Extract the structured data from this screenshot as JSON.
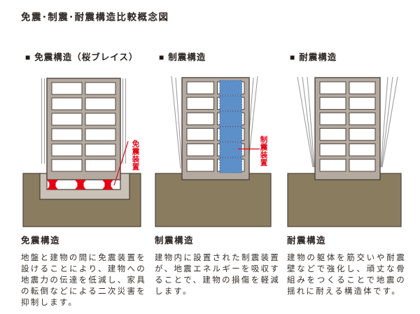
{
  "title": "免震･制震･耐震構造比較概念図",
  "colors": {
    "ground": "#8a7c5e",
    "pit_lining": "#cbc2b7",
    "building_frame": "#b4aaa0",
    "outline": "#4d453e",
    "red": "#e60012",
    "damper": "#5d90c8",
    "damper_edge": "#3a6cb3",
    "sway": "#9e9e9e",
    "window": "#ffffff"
  },
  "columns": [
    {
      "marker": "■",
      "header": "免震構造（桜ブレイス）",
      "diagram": "isolation",
      "device_label": "免震装置",
      "section_title": "免震構造",
      "description": "地盤と建物の間に免震装置を設けることにより、建物への地震力の伝達を低減し、家具の転倒などによる二次災害を抑制します。"
    },
    {
      "marker": "■",
      "header": "制震構造",
      "diagram": "damping",
      "device_label": "制震装置",
      "section_title": "制震構造",
      "description": "建物内に設置された制震装置が、地震エネルギーを吸収することで、建物の損傷を軽減します。"
    },
    {
      "marker": "■",
      "header": "耐震構造",
      "diagram": "resistant",
      "device_label": "",
      "section_title": "耐震構造",
      "description": "建物の躯体を筋交いや耐震壁などで強化し、頑丈な骨組みをつくることで地震の揺れに耐える構造体です。"
    }
  ]
}
